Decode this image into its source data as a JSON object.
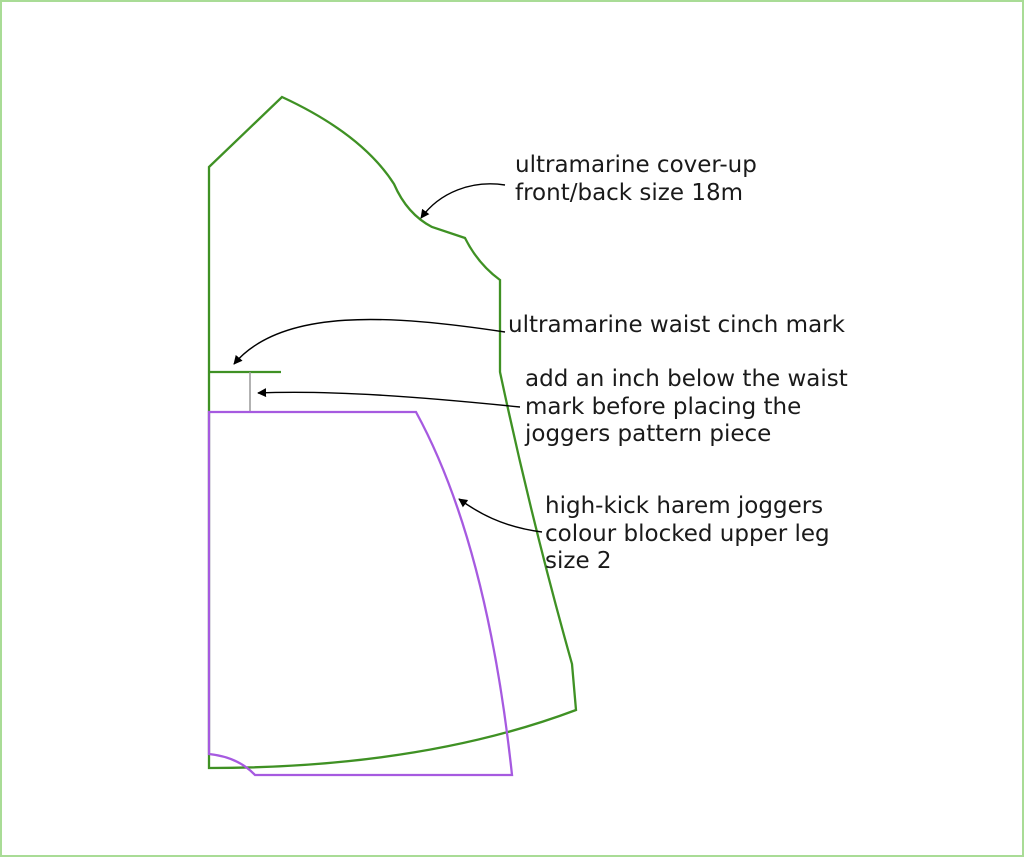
{
  "annotations": {
    "coverup": "ultramarine cover-up\nfront/back size 18m",
    "waist": "ultramarine waist cinch mark",
    "inch": "add an inch below the waist\nmark before placing the\njoggers pattern piece",
    "joggers": "high-kick harem joggers\ncolour blocked upper leg\nsize 2"
  },
  "colors": {
    "border": "#a9dc96",
    "coverup_outline": "#3f9124",
    "joggers_outline": "#a65ae0",
    "spacer_line": "#999999",
    "arrow": "#000000"
  }
}
